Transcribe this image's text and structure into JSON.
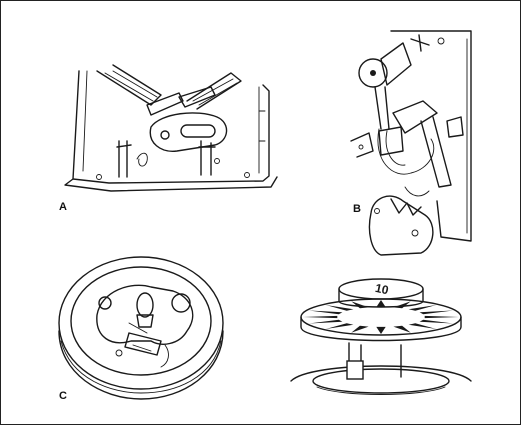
{
  "figure": {
    "panels": [
      {
        "id": "A",
        "label": "A"
      },
      {
        "id": "B",
        "label": "B"
      },
      {
        "id": "C",
        "label": "C"
      },
      {
        "id": "D",
        "label": ""
      }
    ],
    "bumper_cap_text": "10"
  }
}
